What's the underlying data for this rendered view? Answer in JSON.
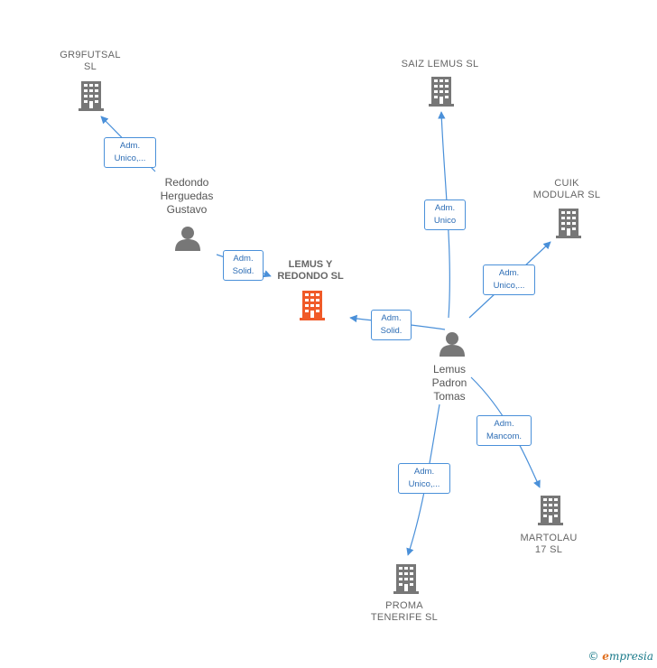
{
  "colors": {
    "edge": "#4a90d9",
    "company": "#777777",
    "center": "#f05a28",
    "person": "#777777"
  },
  "nodes": {
    "gr9futsal": {
      "label": "GR9FUTSAL\nSL",
      "kind": "company"
    },
    "saiz_lemus": {
      "label": "SAIZ LEMUS SL",
      "kind": "company"
    },
    "cuik_modular": {
      "label": "CUIK\nMODULAR  SL",
      "kind": "company"
    },
    "lemus_redondo": {
      "label": "LEMUS Y\nREDONDO  SL",
      "kind": "center"
    },
    "redondo_herguedas": {
      "label": "Redondo\nHerguedas\nGustavo",
      "kind": "person"
    },
    "lemus_padron": {
      "label": "Lemus\nPadron\nTomas",
      "kind": "person"
    },
    "martolau": {
      "label": "MARTOLAU\n17 SL",
      "kind": "company"
    },
    "proma_tenerife": {
      "label": "PROMA\nTENERIFE SL",
      "kind": "company"
    }
  },
  "edges": {
    "e1": {
      "label": "Adm.\nUnico,..."
    },
    "e2": {
      "label": "Adm.\nSolid."
    },
    "e3": {
      "label": "Adm.\nUnico"
    },
    "e4": {
      "label": "Adm.\nUnico,..."
    },
    "e5": {
      "label": "Adm.\nSolid."
    },
    "e6": {
      "label": "Adm.\nMancom."
    },
    "e7": {
      "label": "Adm.\nUnico,..."
    }
  },
  "footer": {
    "copyright_symbol": "©",
    "brand_initial": "e",
    "brand_rest": "mpresia"
  }
}
